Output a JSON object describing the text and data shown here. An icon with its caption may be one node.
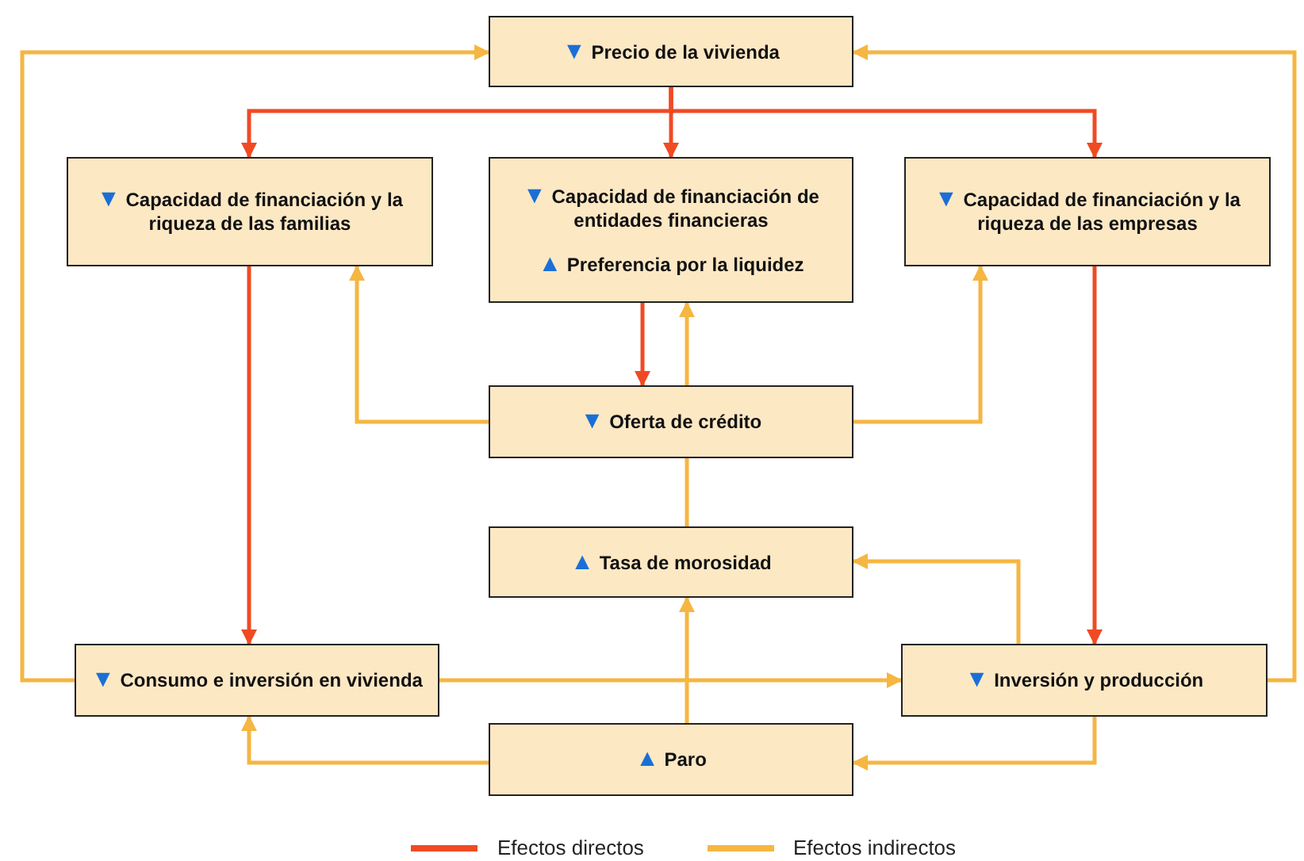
{
  "diagram": {
    "nodes": [
      {
        "text": [
          "▼ Precio de la vivienda"
        ]
      },
      {
        "text": [
          "▼ Capacidad de financiación y la riqueza de las familias"
        ]
      },
      {
        "text": [
          "▼ Capacidad de financiación de entidades financieras",
          "▲ Preferencia por la liquidez"
        ]
      },
      {
        "text": [
          "▼ Capacidad de financiación y la riqueza de las empresas"
        ]
      },
      {
        "text": [
          "▼ Oferta de crédito"
        ]
      },
      {
        "text": [
          "▲ Tasa de morosidad"
        ]
      },
      {
        "text": [
          "▼ Consumo e inversión en vivienda"
        ]
      },
      {
        "text": [
          "▼ Inversión y producción"
        ]
      },
      {
        "text": [
          "▲ Paro"
        ]
      }
    ],
    "edges": [
      {
        "from": 0,
        "to": 1,
        "arrow": "to",
        "color": "#f04a23"
      },
      {
        "from": 0,
        "to": 2,
        "arrow": "to",
        "color": "#f04a23"
      },
      {
        "from": 0,
        "to": 3,
        "arrow": "to",
        "color": "#f04a23"
      },
      {
        "from": 2,
        "to": 4,
        "arrow": "to",
        "color": "#f04a23"
      },
      {
        "from": 4,
        "to": 2,
        "arrow": "to"
      },
      {
        "from": 4,
        "to": 1,
        "arrow": "to"
      },
      {
        "from": 4,
        "to": 3,
        "arrow": "to"
      },
      {
        "from": 1,
        "to": 6,
        "arrow": "to",
        "color": "#f04a23"
      },
      {
        "from": 3,
        "to": 7,
        "arrow": "to",
        "color": "#f04a23"
      },
      {
        "from": 5,
        "to": 4,
        "arrow": "none"
      },
      {
        "from": 8,
        "to": 5,
        "arrow": "to"
      },
      {
        "from": 7,
        "to": 5,
        "arrow": "to"
      },
      {
        "from": 6,
        "to": 7,
        "arrow": "to"
      },
      {
        "from": 7,
        "to": 8,
        "arrow": "to"
      },
      {
        "from": 8,
        "to": 6,
        "arrow": "to"
      },
      {
        "from": 6,
        "to": 0,
        "arrow": "to"
      },
      {
        "from": 7,
        "to": 0,
        "arrow": "to"
      }
    ],
    "legend": [
      {
        "text": "Efectos directos",
        "color": "#f04a23"
      },
      {
        "text": "Efectos indirectos",
        "color": "#f5b642"
      }
    ]
  }
}
